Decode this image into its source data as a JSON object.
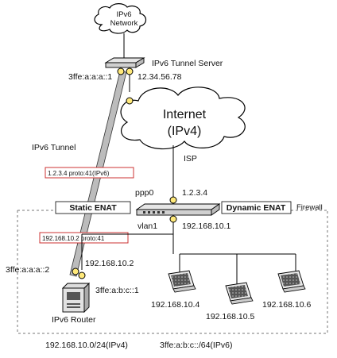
{
  "diagram": {
    "nodes": {
      "ipv6_cloud": {
        "line1": "IPv6",
        "line2": "Network"
      },
      "internet": {
        "line1": "Internet",
        "line2": "(IPv4)"
      },
      "tunnel_server": {
        "label": "IPv6 Tunnel Server",
        "ip": "12.34.56.78",
        "v6_addr": "3ffe:a:a:a::1"
      },
      "tunnel": {
        "label": "IPv6 Tunnel"
      },
      "isp": {
        "label": "ISP"
      },
      "firewall_box": {
        "ppp0": "ppp0",
        "ppp0_ip": "1.2.3.4",
        "vlan1": "vlan1",
        "vlan1_ip": "192.168.10.1",
        "static_enat": "Static ENAT",
        "dynamic_enat": "Dynamic ENAT",
        "firewall": "Firewall"
      },
      "packet_outer": "1.2.3.4 proto:41(IPv6)",
      "packet_inner": "192.168.10.2 proto:41",
      "ipv6_router": {
        "label": "IPv6 Router",
        "ip": "192.168.10.2",
        "v6_tunnel": "3ffe:a:a:a::2",
        "v6_lan": "3ffe:a:b:c::1"
      },
      "pcs": [
        "192.168.10.4",
        "192.168.10.5",
        "192.168.10.6"
      ],
      "footer": {
        "v4": "192.168.10.0/24(IPv4)",
        "v6": "3ffe:a:b:c::/64(IPv6)"
      }
    },
    "colors": {
      "packet_border": "#cc3333",
      "dot_fill": "#ffe97a",
      "tunnel_fill": "#bcbcbc"
    }
  }
}
